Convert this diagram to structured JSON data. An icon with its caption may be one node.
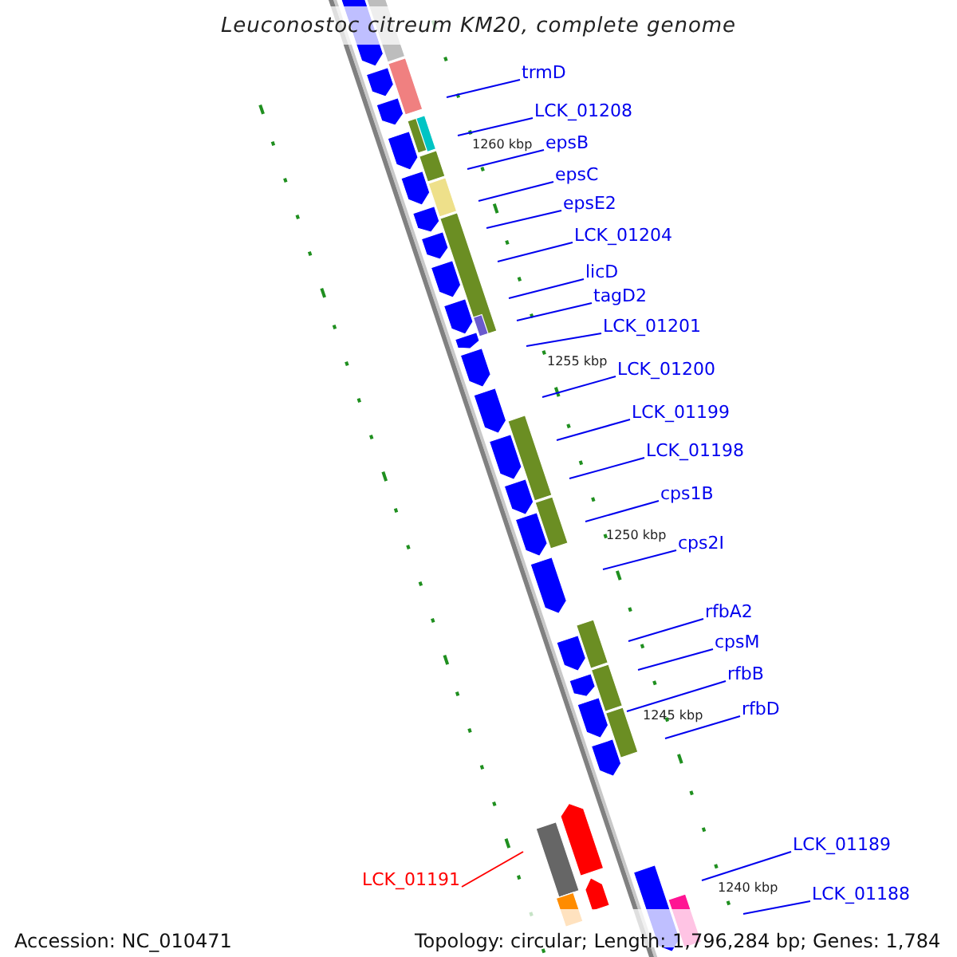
{
  "diagram": {
    "title": "Leuconostoc citreum KM20, complete genome",
    "nodes": [
      {
        "text": [
          "trmD"
        ]
      },
      {
        "text": [
          "LCK_01208"
        ]
      },
      {
        "text": [
          "epsB"
        ]
      },
      {
        "text": [
          "epsC"
        ]
      },
      {
        "text": [
          "epsE2"
        ]
      },
      {
        "text": [
          "LCK_01204"
        ]
      },
      {
        "text": [
          "licD"
        ]
      },
      {
        "text": [
          "tagD2"
        ]
      },
      {
        "text": [
          "LCK_01201"
        ]
      },
      {
        "text": [
          "LCK_01200"
        ]
      },
      {
        "text": [
          "LCK_01199"
        ]
      },
      {
        "text": [
          "LCK_01198"
        ]
      },
      {
        "text": [
          "cps1B"
        ]
      },
      {
        "text": [
          "cps2I"
        ]
      },
      {
        "text": [
          "rfbA2"
        ]
      },
      {
        "text": [
          "cpsM"
        ]
      },
      {
        "text": [
          "rfbB"
        ]
      },
      {
        "text": [
          "rfbD"
        ]
      },
      {
        "text": [
          "LCK_01191"
        ]
      },
      {
        "text": [
          "LCK_01189"
        ]
      },
      {
        "text": [
          "LCK_01188"
        ]
      }
    ],
    "edges": [
      {
        "from": 0,
        "to": null,
        "arrow": "none"
      },
      {
        "from": 1,
        "to": null,
        "arrow": "none"
      },
      {
        "from": 2,
        "to": null,
        "arrow": "none"
      },
      {
        "from": 3,
        "to": null,
        "arrow": "none"
      },
      {
        "from": 4,
        "to": null,
        "arrow": "none"
      },
      {
        "from": 5,
        "to": null,
        "arrow": "none"
      },
      {
        "from": 6,
        "to": null,
        "arrow": "none"
      },
      {
        "from": 7,
        "to": null,
        "arrow": "none"
      },
      {
        "from": 8,
        "to": null,
        "arrow": "none"
      },
      {
        "from": 9,
        "to": null,
        "arrow": "none"
      },
      {
        "from": 10,
        "to": null,
        "arrow": "none"
      },
      {
        "from": 11,
        "to": null,
        "arrow": "none"
      },
      {
        "from": 12,
        "to": null,
        "arrow": "none"
      },
      {
        "from": 13,
        "to": null,
        "arrow": "none"
      },
      {
        "from": 14,
        "to": null,
        "arrow": "none"
      },
      {
        "from": 15,
        "to": null,
        "arrow": "none"
      },
      {
        "from": 16,
        "to": null,
        "arrow": "none"
      },
      {
        "from": 17,
        "to": null,
        "arrow": "none"
      },
      {
        "from": 18,
        "to": null,
        "arrow": "none",
        "color": "#ff0000"
      },
      {
        "from": 19,
        "to": null,
        "arrow": "none"
      },
      {
        "from": 20,
        "to": null,
        "arrow": "none"
      }
    ],
    "labels": [
      "1260 kbp",
      "1255 kbp",
      "1250 kbp",
      "1245 kbp",
      "1240 kbp",
      "Accession: NC_010471",
      "Topology: circular; Length: 1,796,284 bp; Genes: 1,784"
    ]
  }
}
